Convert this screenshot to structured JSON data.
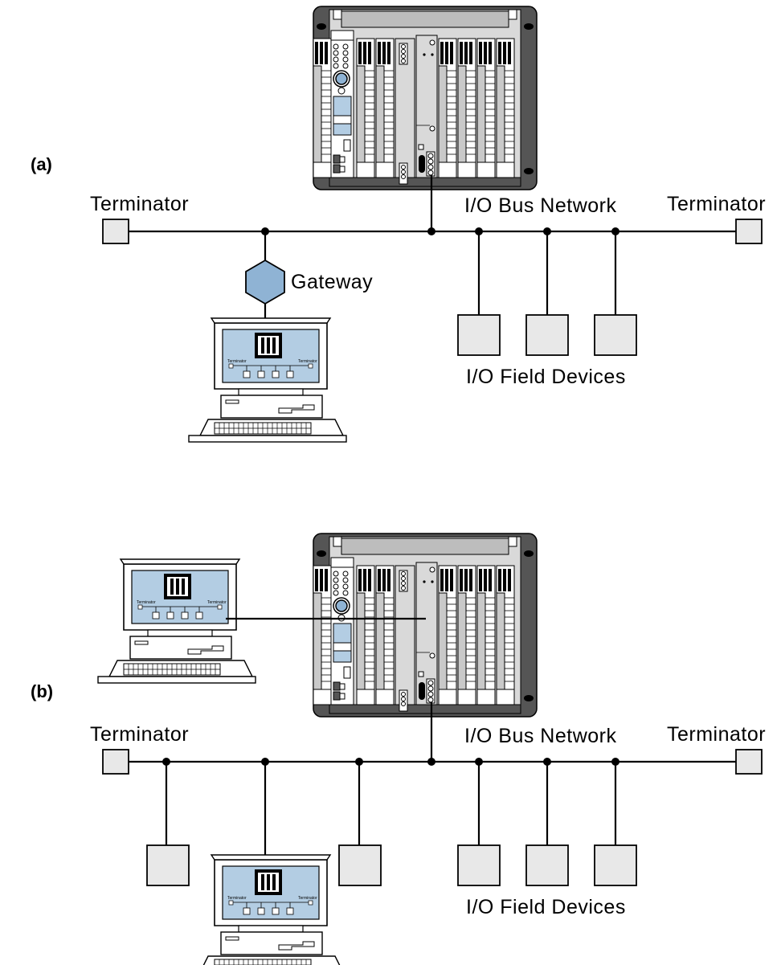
{
  "panels": [
    {
      "id": "a",
      "tag": "(a)",
      "terminator_left": "Terminator",
      "terminator_right": "Terminator",
      "bus_label": "I/O Bus Network",
      "gateway_label": "Gateway",
      "field_devices_label": "I/O Field Devices"
    },
    {
      "id": "b",
      "tag": "(b)",
      "terminator_left": "Terminator",
      "terminator_right": "Terminator",
      "bus_label": "I/O Bus Network",
      "field_devices_label": "I/O Field Devices"
    }
  ],
  "monitor_screen": {
    "terminator_left": "Terminator",
    "terminator_right": "Terminator"
  },
  "colors": {
    "device_fill": "#e8e8e8",
    "screen_fill": "#b3cde3",
    "gateway_fill": "#8fb3d4",
    "plc_body": "#d9d9d9",
    "plc_dark": "#555555"
  }
}
